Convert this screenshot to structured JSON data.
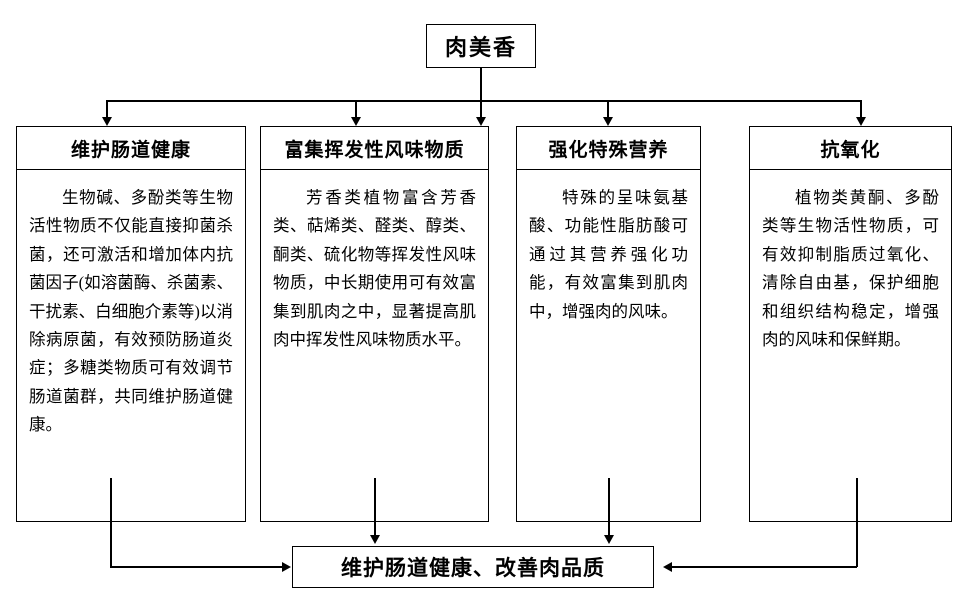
{
  "diagram": {
    "type": "flowchart",
    "root": {
      "label": "肉美香"
    },
    "branches": [
      {
        "title": "维护肠道健康",
        "text": "生物碱、多酚类等生物活性物质不仅能直接抑菌杀菌，还可激活和增加体内抗菌因子(如溶菌酶、杀菌素、干扰素、白细胞介素等)以消除病原菌，有效预防肠道炎症；多糖类物质可有效调节肠道菌群，共同维护肠道健康。"
      },
      {
        "title": "富集挥发性风味物质",
        "text": "芳香类植物富含芳香类、萜烯类、醛类、醇类、酮类、硫化物等挥发性风味物质，中长期使用可有效富集到肌肉之中，显著提高肌肉中挥发性风味物质水平。"
      },
      {
        "title": "强化特殊营养",
        "text": "特殊的呈味氨基酸、功能性脂肪酸可通过其营养强化功能，有效富集到肌肉中，增强肉的风味。"
      },
      {
        "title": "抗氧化",
        "text": "植物类黄酮、多酚类等生物活性物质，可有效抑制脂质过氧化、清除自由基，保护细胞和组织结构稳定，增强肉的风味和保鲜期。"
      }
    ],
    "result": {
      "label": "维护肠道健康、改善肉品质"
    }
  }
}
